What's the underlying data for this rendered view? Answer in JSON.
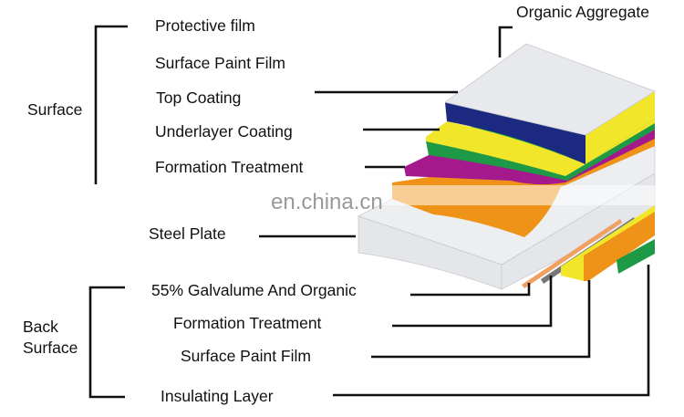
{
  "labels": {
    "organic_aggregate": "Organic Aggregate",
    "surface_group": "Surface",
    "protective_film": "Protective film",
    "surface_paint_film": "Surface Paint Film",
    "top_coating": "Top Coating",
    "underlayer_coating": "Underlayer Coating",
    "formation_treatment": "Formation Treatment",
    "steel_plate": "Steel Plate",
    "back_surface_group_line1": "Back",
    "back_surface_group_line2": "Surface",
    "galvalume": "55% Galvalume And Organic",
    "back_formation_treatment": "Formation Treatment",
    "back_surface_paint_film": "Surface Paint Film",
    "insulating_layer": "Insulating Layer"
  },
  "watermark": "en.china.cn",
  "colors": {
    "white_layer": "#e4e6ea",
    "blue": "#1b2a80",
    "yellow": "#f2e62a",
    "green": "#1e9a46",
    "magenta": "#a4198c",
    "orange": "#ef9318",
    "light_orange": "#f0a060",
    "gray": "#777777"
  }
}
